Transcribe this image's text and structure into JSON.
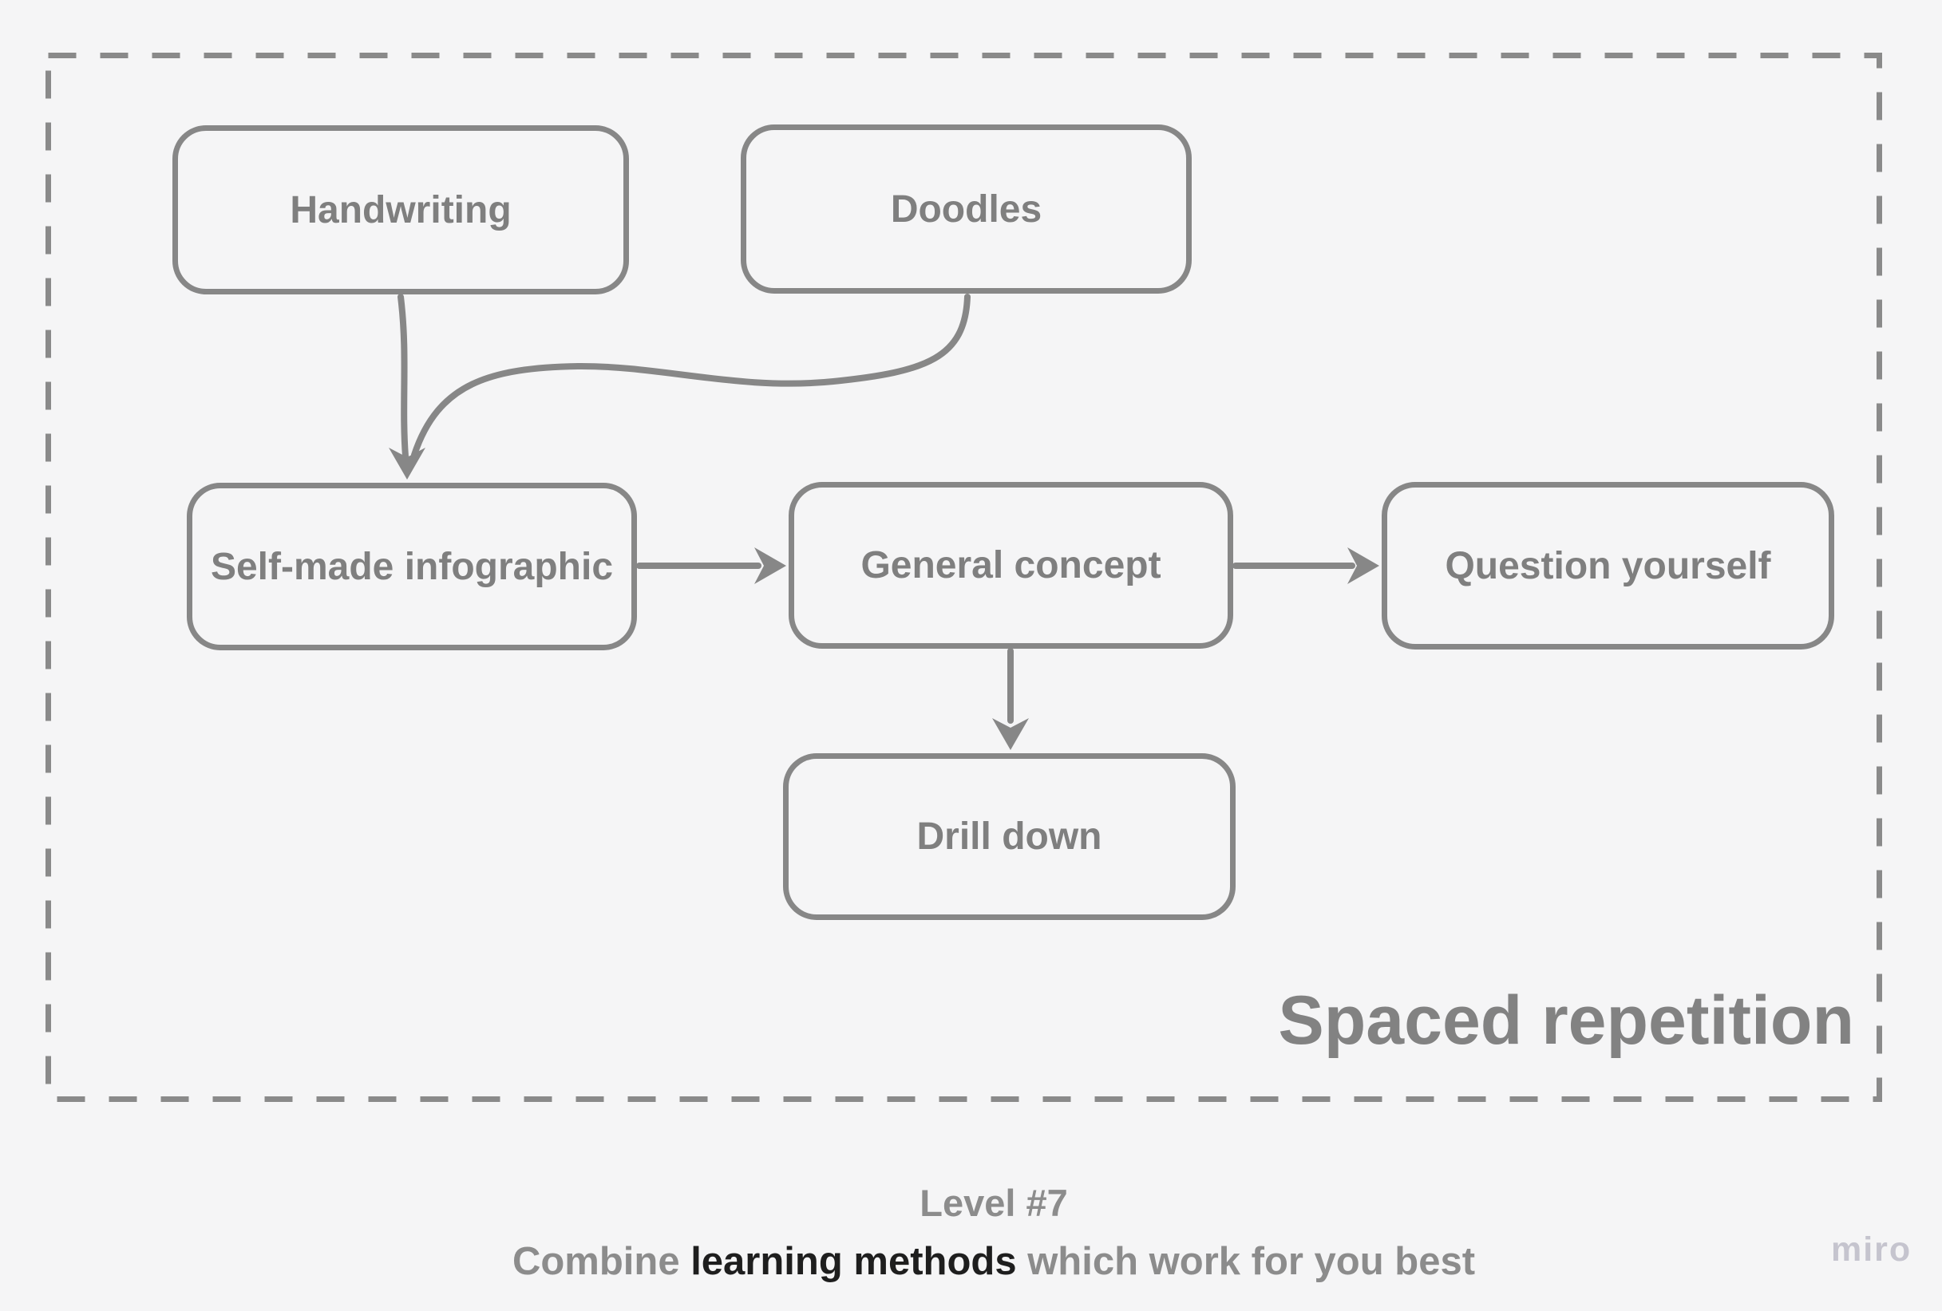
{
  "diagram": {
    "frame_title": "Spaced repetition",
    "nodes": [
      {
        "id": "handwriting",
        "label": "Handwriting"
      },
      {
        "id": "doodles",
        "label": "Doodles"
      },
      {
        "id": "self-made-infographic",
        "label": "Self-made infographic"
      },
      {
        "id": "general-concept",
        "label": "General concept"
      },
      {
        "id": "question-yourself",
        "label": "Question yourself"
      },
      {
        "id": "drill-down",
        "label": "Drill down"
      }
    ],
    "edges": [
      {
        "from": "Handwriting",
        "to": "Self-made infographic"
      },
      {
        "from": "Doodles",
        "to": "Self-made infographic"
      },
      {
        "from": "Self-made infographic",
        "to": "General concept"
      },
      {
        "from": "General concept",
        "to": "Question yourself"
      },
      {
        "from": "General concept",
        "to": "Drill down"
      }
    ]
  },
  "caption": {
    "level": "Level #7",
    "combine_prefix": "Combine ",
    "combine_highlight": "learning methods",
    "combine_suffix": " which work for you best"
  },
  "watermark": "miro",
  "colors": {
    "background": "#f5f5f6",
    "shape_stroke": "#878787",
    "frame_dash": "#8a8a8a",
    "node_label": "#7f7f7f",
    "frame_title": "#828282",
    "caption_gray": "#8c8c8c",
    "caption_highlight": "#1e1e1e",
    "watermark": "#c5c4ce"
  }
}
